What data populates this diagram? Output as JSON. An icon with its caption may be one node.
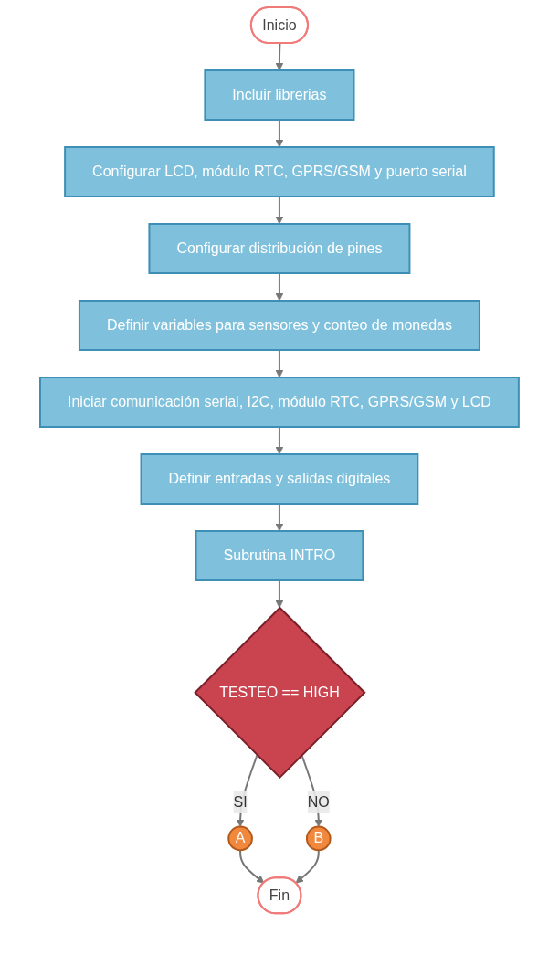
{
  "diagram": {
    "nodes": [
      {
        "text": [
          "Inicio"
        ]
      },
      {
        "text": [
          "Incluir librerias"
        ]
      },
      {
        "text": [
          "Configurar LCD, módulo RTC, GPRS/GSM y puerto serial"
        ]
      },
      {
        "text": [
          "Configurar distribución de pines"
        ]
      },
      {
        "text": [
          "Definir variables para sensores y conteo de monedas"
        ]
      },
      {
        "text": [
          "Iniciar comunicación serial, I2C, módulo RTC, GPRS/GSM y LCD"
        ]
      },
      {
        "text": [
          "Definir entradas y salidas digitales"
        ]
      },
      {
        "text": [
          "Subrutina INTRO"
        ]
      },
      {
        "text": [
          "TESTEO == HIGH"
        ]
      },
      {
        "text": [
          "A"
        ]
      },
      {
        "text": [
          "B"
        ]
      },
      {
        "text": [
          "Fin"
        ]
      }
    ],
    "edges": [
      {
        "from": 0,
        "to": 1,
        "arrow": "to"
      },
      {
        "from": 1,
        "to": 2,
        "arrow": "to"
      },
      {
        "from": 2,
        "to": 3,
        "arrow": "to"
      },
      {
        "from": 3,
        "to": 4,
        "arrow": "to"
      },
      {
        "from": 4,
        "to": 5,
        "arrow": "to"
      },
      {
        "from": 5,
        "to": 6,
        "arrow": "to"
      },
      {
        "from": 6,
        "to": 7,
        "arrow": "to"
      },
      {
        "from": 7,
        "to": 8,
        "arrow": "to"
      },
      {
        "from": 8,
        "to": 9,
        "arrow": "to",
        "label": "SI"
      },
      {
        "from": 8,
        "to": 10,
        "arrow": "to",
        "label": "NO"
      },
      {
        "from": 9,
        "to": 11,
        "arrow": "to"
      },
      {
        "from": 10,
        "to": 11,
        "arrow": "to"
      }
    ]
  }
}
